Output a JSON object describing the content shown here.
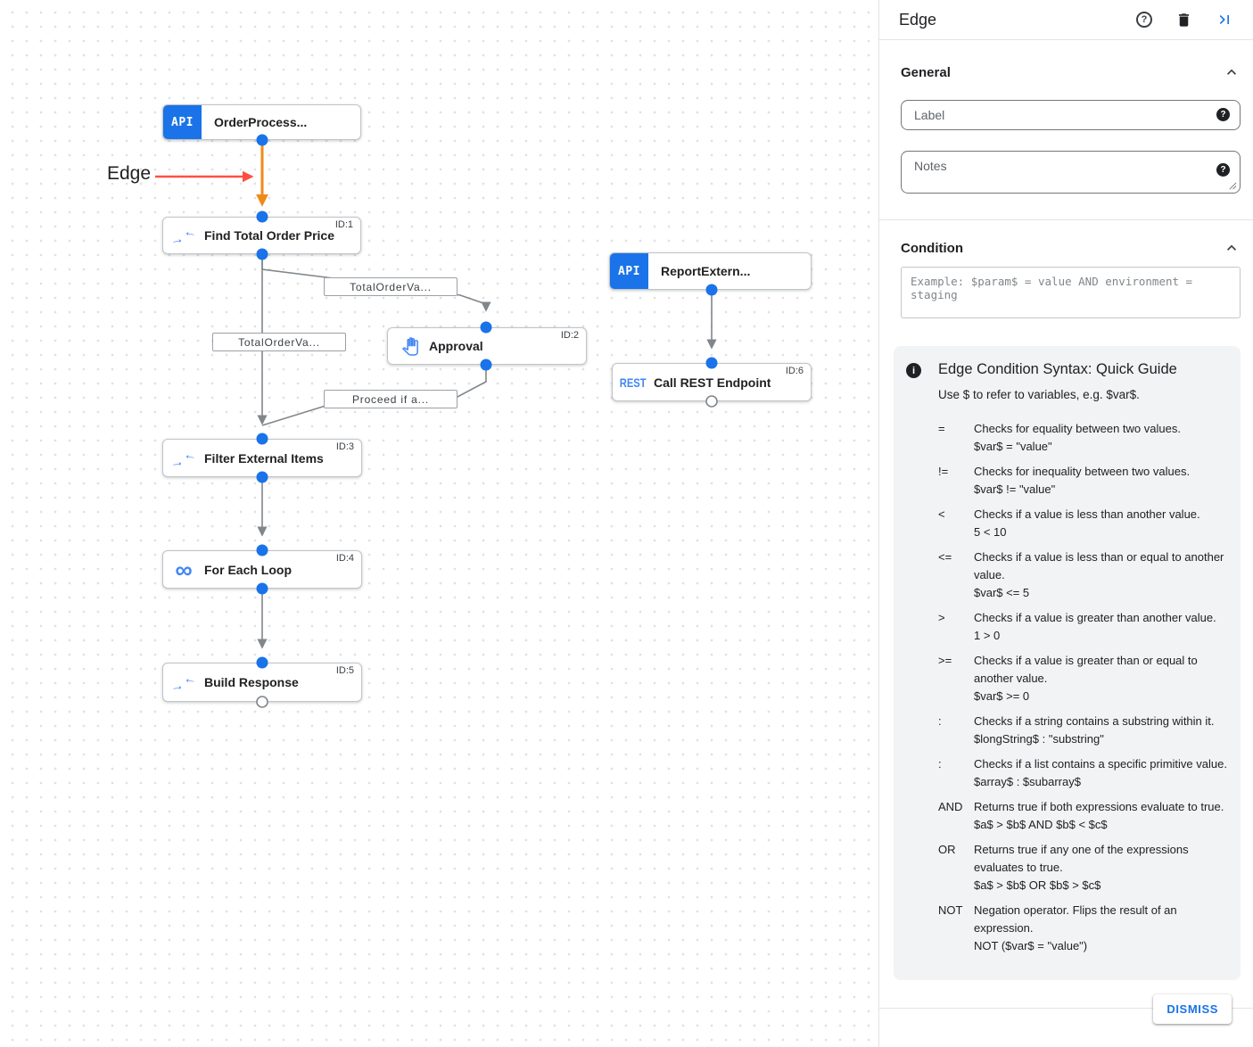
{
  "canvas": {
    "annotation": {
      "label": "Edge"
    },
    "nodes": [
      {
        "title": "OrderProcess...",
        "badge": "API",
        "id_label": ""
      },
      {
        "title": "Find Total Order Price",
        "icon": "data-mapping",
        "id_label": "ID:1"
      },
      {
        "title": "Approval",
        "icon": "hand",
        "id_label": "ID:2"
      },
      {
        "title": "Filter External Items",
        "icon": "data-mapping",
        "id_label": "ID:3"
      },
      {
        "title": "For Each Loop",
        "icon": "loop",
        "id_label": "ID:4"
      },
      {
        "title": "Build Response",
        "icon": "data-mapping",
        "id_label": "ID:5"
      },
      {
        "title": "ReportExtern...",
        "badge": "API",
        "id_label": ""
      },
      {
        "title": "Call REST Endpoint",
        "badge": "REST",
        "id_label": "ID:6"
      }
    ],
    "loop_icon_glyph": "∞",
    "edge_labels": [
      "TotalOrderVa...",
      "TotalOrderVa...",
      "Proceed if a..."
    ]
  },
  "panel": {
    "title": "Edge",
    "sections": {
      "general": "General",
      "condition": "Condition"
    },
    "fields": {
      "label_placeholder": "Label",
      "notes_placeholder": "Notes",
      "condition_placeholder": "Example: $param$ = value AND environment = staging"
    },
    "guide": {
      "title": "Edge Condition Syntax: Quick Guide",
      "intro": "Use $ to refer to variables, e.g. $var$.",
      "rules": [
        {
          "op": "=",
          "desc": "Checks for equality between two values.",
          "example": "$var$ = \"value\""
        },
        {
          "op": "!=",
          "desc": "Checks for inequality between two values.",
          "example": "$var$ != \"value\""
        },
        {
          "op": "<",
          "desc": "Checks if a value is less than another value.",
          "example": "5 < 10"
        },
        {
          "op": "<=",
          "desc": "Checks if a value is less than or equal to another value.",
          "example": "$var$ <= 5"
        },
        {
          "op": ">",
          "desc": "Checks if a value is greater than another value.",
          "example": "1 > 0"
        },
        {
          "op": ">=",
          "desc": "Checks if a value is greater than or equal to another value.",
          "example": "$var$ >= 0"
        },
        {
          "op": ":",
          "desc": "Checks if a string contains a substring within it.",
          "example": "$longString$ : \"substring\""
        },
        {
          "op": ":",
          "desc": "Checks if a list contains a specific primitive value.",
          "example": "$array$ : $subarray$"
        },
        {
          "op": "AND",
          "desc": "Returns true if both expressions evaluate to true.",
          "example": "$a$ > $b$ AND $b$ < $c$"
        },
        {
          "op": "OR",
          "desc": "Returns true if any one of the expressions evaluates to true.",
          "example": "$a$ > $b$ OR $b$ > $c$"
        },
        {
          "op": "NOT",
          "desc": "Negation operator. Flips the result of an expression.",
          "example": "NOT ($var$ = \"value\")"
        }
      ]
    },
    "dismiss_label": "DISMISS"
  },
  "colors": {
    "accent_blue": "#1a73e8",
    "icon_blue": "#4285f4",
    "selected_edge_orange": "#ef8a17",
    "annotation_red": "#ff5042",
    "edge_gray": "#80868b"
  }
}
